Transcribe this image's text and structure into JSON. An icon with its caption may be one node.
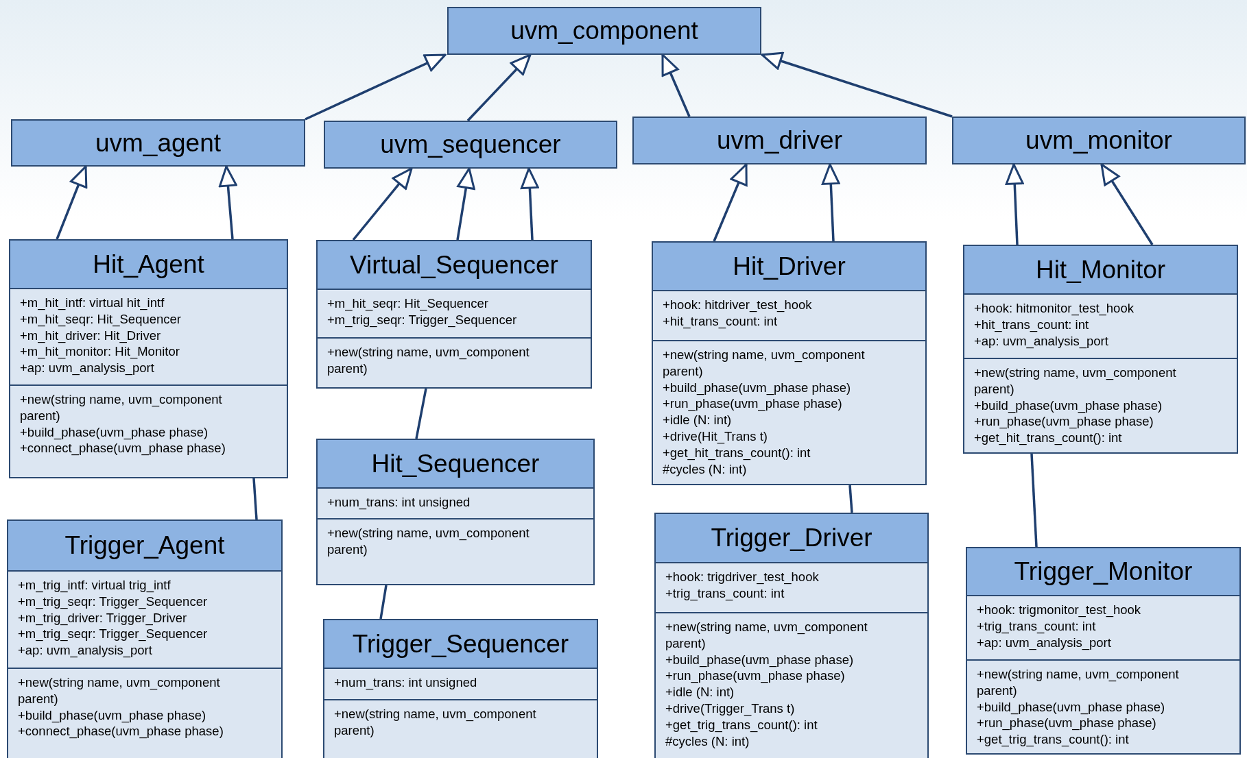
{
  "diagram": {
    "nodes": [
      {
        "text": [
          "uvm_component"
        ]
      },
      {
        "text": [
          "uvm_agent"
        ]
      },
      {
        "text": [
          "uvm_sequencer"
        ]
      },
      {
        "text": [
          "uvm_driver"
        ]
      },
      {
        "text": [
          "uvm_monitor"
        ]
      },
      {
        "text": [],
        "shape": "box"
      },
      {
        "text": [
          "Hit_Agent"
        ],
        "in": 5
      },
      {
        "text": [
          "+m_hit_intf: virtual hit_intf",
          "+m_hit_seqr: Hit_Sequencer",
          "+m_hit_driver: Hit_Driver",
          "+m_hit_monitor: Hit_Monitor",
          "+ap: uvm_analysis_port"
        ],
        "in": 5
      },
      {
        "text": [
          "+new(string name, uvm_component parent)",
          "+build_phase(uvm_phase phase)",
          "+connect_phase(uvm_phase phase)"
        ],
        "in": 5
      },
      {
        "text": [],
        "shape": "box"
      },
      {
        "text": [
          "Virtual_Sequencer"
        ],
        "in": 9
      },
      {
        "text": [
          "+m_hit_seqr: Hit_Sequencer",
          "+m_trig_seqr: Trigger_Sequencer"
        ],
        "in": 9
      },
      {
        "text": [
          "+new(string name, uvm_component parent)"
        ],
        "in": 9
      },
      {
        "text": [],
        "shape": "box"
      },
      {
        "text": [
          "Hit_Driver"
        ],
        "in": 13
      },
      {
        "text": [
          "+hook: hitdriver_test_hook",
          "+hit_trans_count: int"
        ],
        "in": 13
      },
      {
        "text": [
          "+new(string name, uvm_component parent)",
          "+build_phase(uvm_phase phase)",
          "+run_phase(uvm_phase phase)",
          "+idle (N: int)",
          "+drive(Hit_Trans t)",
          "+get_hit_trans_count(): int",
          "#cycles (N: int)"
        ],
        "in": 13
      },
      {
        "text": [],
        "shape": "box"
      },
      {
        "text": [
          "Hit_Monitor"
        ],
        "in": 17
      },
      {
        "text": [
          "+hook: hitmonitor_test_hook",
          "+hit_trans_count: int",
          "+ap: uvm_analysis_port"
        ],
        "in": 17
      },
      {
        "text": [
          "+new(string name, uvm_component parent)",
          "+build_phase(uvm_phase phase)",
          "+run_phase(uvm_phase phase)",
          "+get_hit_trans_count(): int"
        ],
        "in": 17
      },
      {
        "text": [],
        "shape": "box"
      },
      {
        "text": [
          "Hit_Sequencer"
        ],
        "in": 21
      },
      {
        "text": [
          "+num_trans: int unsigned"
        ],
        "in": 21
      },
      {
        "text": [
          "+new(string name, uvm_component parent)"
        ],
        "in": 21
      },
      {
        "text": [],
        "shape": "box"
      },
      {
        "text": [
          "Trigger_Driver"
        ],
        "in": 25
      },
      {
        "text": [
          "+hook: trigdriver_test_hook",
          "+trig_trans_count: int"
        ],
        "in": 25
      },
      {
        "text": [
          "+new(string name, uvm_component parent)",
          "+build_phase(uvm_phase phase)",
          "+run_phase(uvm_phase phase)",
          "+idle (N: int)",
          "+drive(Trigger_Trans t)",
          "+get_trig_trans_count(): int",
          "#cycles (N: int)"
        ],
        "in": 25
      },
      {
        "text": [],
        "shape": "box"
      },
      {
        "text": [
          "Trigger_Monitor"
        ],
        "in": 29
      },
      {
        "text": [
          "+hook: trigmonitor_test_hook",
          "+trig_trans_count: int",
          "+ap: uvm_analysis_port"
        ],
        "in": 29
      },
      {
        "text": [
          "+new(string name, uvm_component parent)",
          "+build_phase(uvm_phase phase)",
          "+run_phase(uvm_phase phase)",
          "+get_trig_trans_count(): int"
        ],
        "in": 29
      },
      {
        "text": [],
        "shape": "box"
      },
      {
        "text": [
          "Trigger_Agent"
        ],
        "in": 33
      },
      {
        "text": [
          "+m_trig_intf: virtual trig_intf",
          "+m_trig_seqr: Trigger_Sequencer",
          "+m_trig_driver: Trigger_Driver",
          "+m_trig_seqr: Trigger_Sequencer",
          "+ap: uvm_analysis_port"
        ],
        "in": 33
      },
      {
        "text": [
          "+new(string name, uvm_component parent)",
          "+build_phase(uvm_phase phase)",
          "+connect_phase(uvm_phase phase)"
        ],
        "in": 33
      },
      {
        "text": [],
        "shape": "box"
      },
      {
        "text": [
          "Trigger_Sequencer"
        ],
        "in": 37
      },
      {
        "text": [
          "+num_trans: int unsigned"
        ],
        "in": 37
      },
      {
        "text": [
          "+new(string name, uvm_component parent)"
        ],
        "in": 37
      }
    ],
    "edges": [
      {
        "from": 1,
        "to": 0,
        "arrow": "to"
      },
      {
        "from": 2,
        "to": 0,
        "arrow": "to"
      },
      {
        "from": 3,
        "to": 0,
        "arrow": "to"
      },
      {
        "from": 4,
        "to": 0,
        "arrow": "to"
      },
      {
        "from": 5,
        "to": 1,
        "arrow": "to"
      },
      {
        "from": 5,
        "to": 1,
        "arrow": "to"
      },
      {
        "from": 33,
        "to": 5,
        "arrow": "none"
      },
      {
        "from": 9,
        "to": 2,
        "arrow": "to"
      },
      {
        "from": 9,
        "to": 2,
        "arrow": "to"
      },
      {
        "from": 9,
        "to": 2,
        "arrow": "to"
      },
      {
        "from": 21,
        "to": 9,
        "arrow": "none"
      },
      {
        "from": 37,
        "to": 21,
        "arrow": "none"
      },
      {
        "from": 13,
        "to": 3,
        "arrow": "to"
      },
      {
        "from": 13,
        "to": 3,
        "arrow": "to"
      },
      {
        "from": 25,
        "to": 13,
        "arrow": "none"
      },
      {
        "from": 17,
        "to": 4,
        "arrow": "to"
      },
      {
        "from": 17,
        "to": 4,
        "arrow": "to"
      },
      {
        "from": 29,
        "to": 17,
        "arrow": "none"
      }
    ]
  }
}
